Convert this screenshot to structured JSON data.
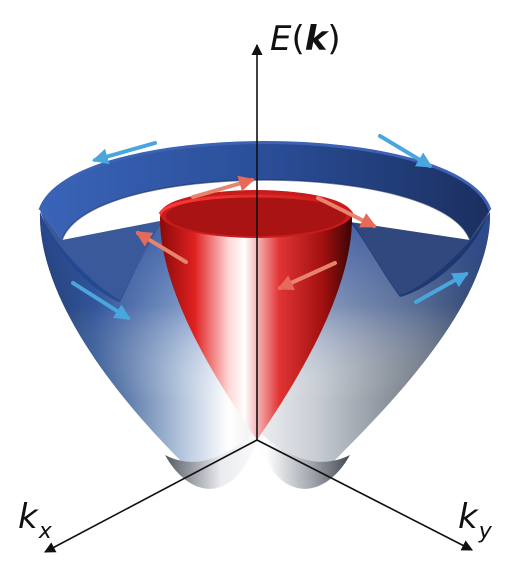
{
  "axes": {
    "energy": {
      "symbol": "E",
      "open": "(",
      "bold": "k",
      "close": ")"
    },
    "kx": {
      "symbol": "k",
      "sub": "x"
    },
    "ky": {
      "symbol": "k",
      "sub": "y"
    }
  },
  "colors": {
    "outer_band": "#2c4f9e",
    "outer_band_light": "#e8eef6",
    "inner_band": "#d42020",
    "inner_band_light": "#ffd4d4",
    "outer_spin_arrow": "#5aaee0",
    "inner_spin_arrow": "#f0a890",
    "axis": "#111111"
  },
  "icons": {
    "outer_spin": "spin-arrow-icon",
    "inner_spin": "spin-arrow-icon"
  }
}
